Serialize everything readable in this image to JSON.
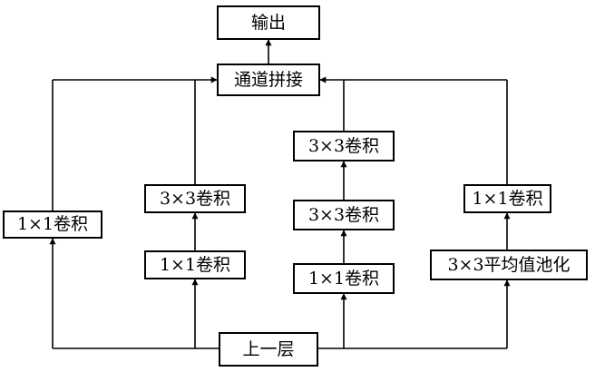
{
  "diagram": {
    "output": "输出",
    "concat": "通道拼接",
    "input": "上一层",
    "branch1": {
      "conv1x1": "1×1卷积"
    },
    "branch2": {
      "conv1x1": "1×1卷积",
      "conv3x3": "3×3卷积"
    },
    "branch3": {
      "conv1x1": "1×1卷积",
      "conv3x3_a": "3×3卷积",
      "conv3x3_b": "3×3卷积"
    },
    "branch4": {
      "avgpool": "3×3平均值池化",
      "conv1x1": "1×1卷积"
    }
  }
}
